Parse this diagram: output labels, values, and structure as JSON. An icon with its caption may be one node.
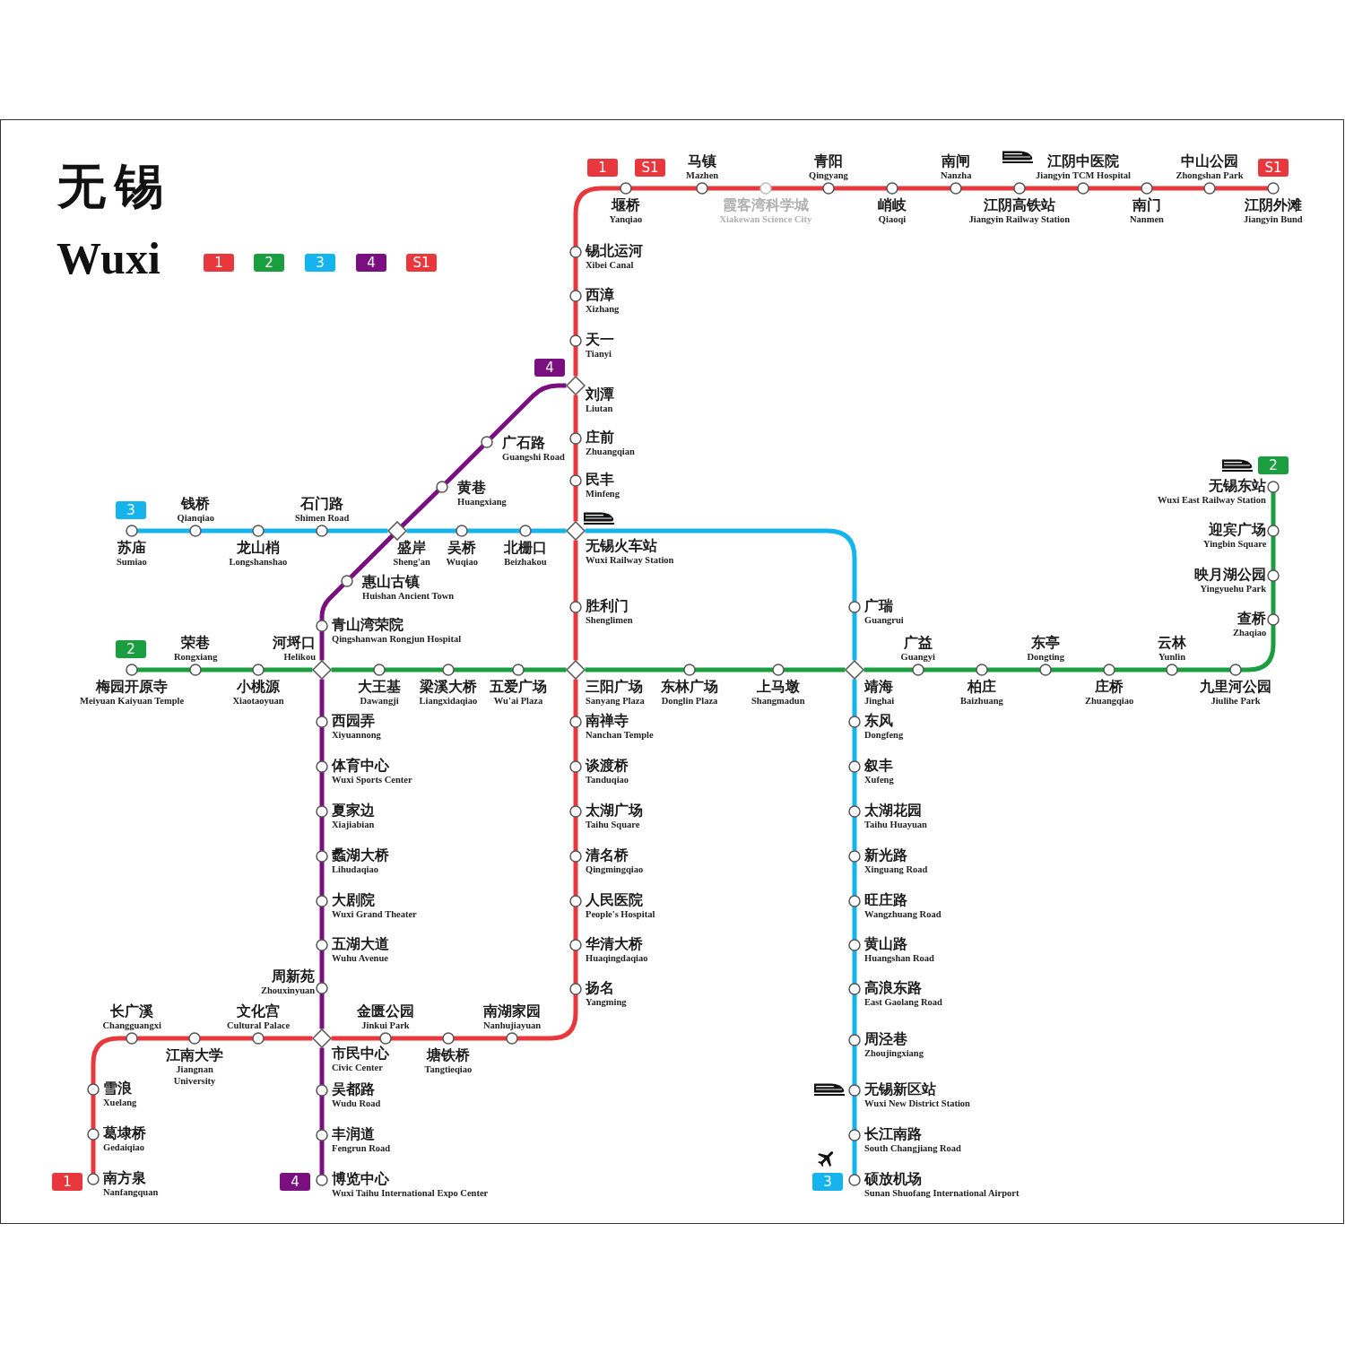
{
  "diagram": {
    "title": "无锡",
    "nodes": [
      {
        "text": [
          "堰桥",
          "Yanqiao"
        ]
      },
      {
        "text": [
          "锡北运河",
          "Xibei Canal"
        ]
      },
      {
        "text": [
          "西漳",
          "Xizhang"
        ]
      },
      {
        "text": [
          "天一",
          "Tianyi"
        ]
      },
      {
        "text": [
          "刘潭",
          "Liutan"
        ]
      },
      {
        "text": [
          "庄前",
          "Zhuangqian"
        ]
      },
      {
        "text": [
          "民丰",
          "Minfeng"
        ]
      },
      {
        "text": [
          "无锡火车站",
          "Wuxi Railway Station"
        ]
      },
      {
        "text": [
          "胜利门",
          "Shenglimen"
        ]
      },
      {
        "text": [
          "三阳广场",
          "Sanyang Plaza"
        ]
      },
      {
        "text": [
          "南禅寺",
          "Nanchan Temple"
        ]
      },
      {
        "text": [
          "谈渡桥",
          "Tanduqiao"
        ]
      },
      {
        "text": [
          "太湖广场",
          "Taihu Square"
        ]
      },
      {
        "text": [
          "清名桥",
          "Qingmingqiao"
        ]
      },
      {
        "text": [
          "人民医院",
          "People's Hospital"
        ]
      },
      {
        "text": [
          "华清大桥",
          "Huaqingdaqiao"
        ]
      },
      {
        "text": [
          "扬名",
          "Yangming"
        ]
      },
      {
        "text": [
          "南湖家园",
          "Nanhujiayuan"
        ]
      },
      {
        "text": [
          "塘铁桥",
          "Tangtieqiao"
        ]
      },
      {
        "text": [
          "金匮公园",
          "Jinkui Park"
        ]
      },
      {
        "text": [
          "市民中心",
          "Civic Center"
        ]
      },
      {
        "text": [
          "文化宫",
          "Cultural Palace"
        ]
      },
      {
        "text": [
          "江南大学",
          "Jiangnan University"
        ]
      },
      {
        "text": [
          "长广溪",
          "Changguangxi"
        ]
      },
      {
        "text": [
          "雪浪",
          "Xuelang"
        ]
      },
      {
        "text": [
          "葛埭桥",
          "Gedaiqiao"
        ]
      },
      {
        "text": [
          "南方泉",
          "Nanfangquan"
        ]
      },
      {
        "text": [
          "马镇",
          "Mazhen"
        ]
      },
      {
        "text": [
          "霞客湾科学城",
          "Xiakewan Science City"
        ]
      },
      {
        "text": [
          "青阳",
          "Qingyang"
        ]
      },
      {
        "text": [
          "峭岐",
          "Qiaoqi"
        ]
      },
      {
        "text": [
          "南闸",
          "Nanzha"
        ]
      },
      {
        "text": [
          "江阴高铁站",
          "Jiangyin Railway Station"
        ]
      },
      {
        "text": [
          "江阴中医院",
          "Jiangyin TCM Hospital"
        ]
      },
      {
        "text": [
          "南门",
          "Nanmen"
        ]
      },
      {
        "text": [
          "中山公园",
          "Zhongshan Park"
        ]
      },
      {
        "text": [
          "江阴外滩",
          "Jiangyin Bund"
        ]
      },
      {
        "text": [
          "梅园开原寺",
          "Meiyuan Kaiyuan Temple"
        ]
      },
      {
        "text": [
          "荣巷",
          "Rongxiang"
        ]
      },
      {
        "text": [
          "小桃源",
          "Xiaotaoyuan"
        ]
      },
      {
        "text": [
          "河埒口",
          "Helikou"
        ]
      },
      {
        "text": [
          "大王基",
          "Dawangji"
        ]
      },
      {
        "text": [
          "梁溪大桥",
          "Liangxidaqiao"
        ]
      },
      {
        "text": [
          "五爱广场",
          "Wu'ai Plaza"
        ]
      },
      {
        "text": [
          "东林广场",
          "Donglin Plaza"
        ]
      },
      {
        "text": [
          "上马墩",
          "Shangmadun"
        ]
      },
      {
        "text": [
          "靖海",
          "Jinghai"
        ]
      },
      {
        "text": [
          "广益",
          "Guangyi"
        ]
      },
      {
        "text": [
          "柏庄",
          "Baizhuang"
        ]
      },
      {
        "text": [
          "东亭",
          "Dongting"
        ]
      },
      {
        "text": [
          "庄桥",
          "Zhuangqiao"
        ]
      },
      {
        "text": [
          "云林",
          "Yunlin"
        ]
      },
      {
        "text": [
          "九里河公园",
          "Jiulihe Park"
        ]
      },
      {
        "text": [
          "查桥",
          "Zhaqiao"
        ]
      },
      {
        "text": [
          "映月湖公园",
          "Yingyuehu Park"
        ]
      },
      {
        "text": [
          "迎宾广场",
          "Yingbin Square"
        ]
      },
      {
        "text": [
          "无锡东站",
          "Wuxi East Railway Station"
        ]
      },
      {
        "text": [
          "苏庙",
          "Sumiao"
        ]
      },
      {
        "text": [
          "钱桥",
          "Qianqiao"
        ]
      },
      {
        "text": [
          "龙山梢",
          "Longshanshao"
        ]
      },
      {
        "text": [
          "石门路",
          "Shimen Road"
        ]
      },
      {
        "text": [
          "盛岸",
          "Sheng'an"
        ]
      },
      {
        "text": [
          "吴桥",
          "Wuqiao"
        ]
      },
      {
        "text": [
          "北栅口",
          "Beizhakou"
        ]
      },
      {
        "text": [
          "广瑞",
          "Guangrui"
        ]
      },
      {
        "text": [
          "东风",
          "Dongfeng"
        ]
      },
      {
        "text": [
          "叙丰",
          "Xufeng"
        ]
      },
      {
        "text": [
          "太湖花园",
          "Taihu Huayuan"
        ]
      },
      {
        "text": [
          "新光路",
          "Xinguang Road"
        ]
      },
      {
        "text": [
          "旺庄路",
          "Wangzhuang Road"
        ]
      },
      {
        "text": [
          "黄山路",
          "Huangshan Road"
        ]
      },
      {
        "text": [
          "高浪东路",
          "East Gaolang Road"
        ]
      },
      {
        "text": [
          "周泾巷",
          "Zhoujingxiang"
        ]
      },
      {
        "text": [
          "无锡新区站",
          "Wuxi New District Station"
        ]
      },
      {
        "text": [
          "长江南路",
          "South Changjiang Road"
        ]
      },
      {
        "text": [
          "硕放机场",
          "Sunan Shuofang International Airport"
        ]
      },
      {
        "text": [
          "广石路",
          "Guangshi Road"
        ]
      },
      {
        "text": [
          "黄巷",
          "Huangxiang"
        ]
      },
      {
        "text": [
          "惠山古镇",
          "Huishan Ancient Town"
        ]
      },
      {
        "text": [
          "青山湾荣院",
          "Qingshanwan Rongjun Hospital"
        ]
      },
      {
        "text": [
          "西园弄",
          "Xiyuannong"
        ]
      },
      {
        "text": [
          "体育中心",
          "Wuxi Sports Center"
        ]
      },
      {
        "text": [
          "夏家边",
          "Xiajiabian"
        ]
      },
      {
        "text": [
          "蠡湖大桥",
          "Lihudaqiao"
        ]
      },
      {
        "text": [
          "大剧院",
          "Wuxi Grand Theater"
        ]
      },
      {
        "text": [
          "五湖大道",
          "Wuhu Avenue"
        ]
      },
      {
        "text": [
          "周新苑",
          "Zhouxinyuan"
        ]
      },
      {
        "text": [
          "吴都路",
          "Wudu Road"
        ]
      },
      {
        "text": [
          "丰润道",
          "Fengrun Road"
        ]
      },
      {
        "text": [
          "博览中心",
          "Wuxi Taihu International Expo Center"
        ]
      }
    ],
    "edges": [
      {
        "from": 0,
        "to": 1,
        "arrow": "none"
      },
      {
        "from": 1,
        "to": 2,
        "arrow": "none"
      },
      {
        "from": 2,
        "to": 3,
        "arrow": "none"
      },
      {
        "from": 3,
        "to": 4,
        "arrow": "none"
      },
      {
        "from": 4,
        "to": 5,
        "arrow": "none"
      },
      {
        "from": 5,
        "to": 6,
        "arrow": "none"
      },
      {
        "from": 6,
        "to": 7,
        "arrow": "none"
      },
      {
        "from": 7,
        "to": 8,
        "arrow": "none"
      },
      {
        "from": 8,
        "to": 9,
        "arrow": "none"
      },
      {
        "from": 9,
        "to": 10,
        "arrow": "none"
      },
      {
        "from": 10,
        "to": 11,
        "arrow": "none"
      },
      {
        "from": 11,
        "to": 12,
        "arrow": "none"
      },
      {
        "from": 12,
        "to": 13,
        "arrow": "none"
      },
      {
        "from": 13,
        "to": 14,
        "arrow": "none"
      },
      {
        "from": 14,
        "to": 15,
        "arrow": "none"
      },
      {
        "from": 15,
        "to": 16,
        "arrow": "none"
      },
      {
        "from": 16,
        "to": 17,
        "arrow": "none"
      },
      {
        "from": 17,
        "to": 18,
        "arrow": "none"
      },
      {
        "from": 18,
        "to": 19,
        "arrow": "none"
      },
      {
        "from": 19,
        "to": 20,
        "arrow": "none"
      },
      {
        "from": 20,
        "to": 21,
        "arrow": "none"
      },
      {
        "from": 21,
        "to": 22,
        "arrow": "none"
      },
      {
        "from": 22,
        "to": 23,
        "arrow": "none"
      },
      {
        "from": 23,
        "to": 24,
        "arrow": "none"
      },
      {
        "from": 24,
        "to": 25,
        "arrow": "none"
      },
      {
        "from": 25,
        "to": 26,
        "arrow": "none"
      },
      {
        "from": 0,
        "to": 27,
        "arrow": "none"
      },
      {
        "from": 27,
        "to": 28,
        "arrow": "none"
      },
      {
        "from": 28,
        "to": 29,
        "arrow": "none"
      },
      {
        "from": 29,
        "to": 30,
        "arrow": "none"
      },
      {
        "from": 30,
        "to": 31,
        "arrow": "none"
      },
      {
        "from": 31,
        "to": 32,
        "arrow": "none"
      },
      {
        "from": 32,
        "to": 33,
        "arrow": "none"
      },
      {
        "from": 33,
        "to": 34,
        "arrow": "none"
      },
      {
        "from": 34,
        "to": 35,
        "arrow": "none"
      },
      {
        "from": 35,
        "to": 36,
        "arrow": "none"
      },
      {
        "from": 37,
        "to": 38,
        "arrow": "none",
        "color": "#1a9e3f"
      },
      {
        "from": 38,
        "to": 39,
        "arrow": "none",
        "color": "#1a9e3f"
      },
      {
        "from": 39,
        "to": 40,
        "arrow": "none",
        "color": "#1a9e3f"
      },
      {
        "from": 40,
        "to": 41,
        "arrow": "none",
        "color": "#1a9e3f"
      },
      {
        "from": 41,
        "to": 42,
        "arrow": "none",
        "color": "#1a9e3f"
      },
      {
        "from": 42,
        "to": 43,
        "arrow": "none",
        "color": "#1a9e3f"
      },
      {
        "from": 43,
        "to": 9,
        "arrow": "none",
        "color": "#1a9e3f"
      },
      {
        "from": 9,
        "to": 44,
        "arrow": "none",
        "color": "#1a9e3f"
      },
      {
        "from": 44,
        "to": 45,
        "arrow": "none",
        "color": "#1a9e3f"
      },
      {
        "from": 45,
        "to": 46,
        "arrow": "none",
        "color": "#1a9e3f"
      },
      {
        "from": 46,
        "to": 47,
        "arrow": "none",
        "color": "#1a9e3f"
      },
      {
        "from": 47,
        "to": 48,
        "arrow": "none",
        "color": "#1a9e3f"
      },
      {
        "from": 48,
        "to": 49,
        "arrow": "none",
        "color": "#1a9e3f"
      },
      {
        "from": 49,
        "to": 50,
        "arrow": "none",
        "color": "#1a9e3f"
      },
      {
        "from": 50,
        "to": 51,
        "arrow": "none",
        "color": "#1a9e3f"
      },
      {
        "from": 51,
        "to": 52,
        "arrow": "none",
        "color": "#1a9e3f"
      },
      {
        "from": 52,
        "to": 53,
        "arrow": "none",
        "color": "#1a9e3f"
      },
      {
        "from": 53,
        "to": 54,
        "arrow": "none",
        "color": "#1a9e3f"
      },
      {
        "from": 54,
        "to": 55,
        "arrow": "none",
        "color": "#1a9e3f"
      },
      {
        "from": 55,
        "to": 56,
        "arrow": "none",
        "color": "#1a9e3f"
      },
      {
        "from": 57,
        "to": 58,
        "arrow": "none",
        "color": "#15b4ec"
      },
      {
        "from": 58,
        "to": 59,
        "arrow": "none",
        "color": "#15b4ec"
      },
      {
        "from": 59,
        "to": 60,
        "arrow": "none",
        "color": "#15b4ec"
      },
      {
        "from": 60,
        "to": 61,
        "arrow": "none",
        "color": "#15b4ec"
      },
      {
        "from": 61,
        "to": 62,
        "arrow": "none",
        "color": "#15b4ec"
      },
      {
        "from": 62,
        "to": 63,
        "arrow": "none",
        "color": "#15b4ec"
      },
      {
        "from": 63,
        "to": 7,
        "arrow": "none",
        "color": "#15b4ec"
      },
      {
        "from": 7,
        "to": 64,
        "arrow": "none",
        "color": "#15b4ec"
      },
      {
        "from": 64,
        "to": 46,
        "arrow": "none",
        "color": "#15b4ec"
      },
      {
        "from": 46,
        "to": 65,
        "arrow": "none",
        "color": "#15b4ec"
      },
      {
        "from": 65,
        "to": 66,
        "arrow": "none",
        "color": "#15b4ec"
      },
      {
        "from": 66,
        "to": 67,
        "arrow": "none",
        "color": "#15b4ec"
      },
      {
        "from": 67,
        "to": 68,
        "arrow": "none",
        "color": "#15b4ec"
      },
      {
        "from": 68,
        "to": 69,
        "arrow": "none",
        "color": "#15b4ec"
      },
      {
        "from": 69,
        "to": 70,
        "arrow": "none",
        "color": "#15b4ec"
      },
      {
        "from": 70,
        "to": 71,
        "arrow": "none",
        "color": "#15b4ec"
      },
      {
        "from": 71,
        "to": 72,
        "arrow": "none",
        "color": "#15b4ec"
      },
      {
        "from": 72,
        "to": 73,
        "arrow": "none",
        "color": "#15b4ec"
      },
      {
        "from": 73,
        "to": 74,
        "arrow": "none",
        "color": "#15b4ec"
      },
      {
        "from": 74,
        "to": 75,
        "arrow": "none",
        "color": "#15b4ec"
      },
      {
        "from": 4,
        "to": 76,
        "arrow": "none",
        "color": "#7a0f80"
      },
      {
        "from": 76,
        "to": 77,
        "arrow": "none",
        "color": "#7a0f80"
      },
      {
        "from": 77,
        "to": 61,
        "arrow": "none",
        "color": "#7a0f80"
      },
      {
        "from": 61,
        "to": 78,
        "arrow": "none",
        "color": "#7a0f80"
      },
      {
        "from": 78,
        "to": 79,
        "arrow": "none",
        "color": "#7a0f80"
      },
      {
        "from": 79,
        "to": 40,
        "arrow": "none",
        "color": "#7a0f80"
      },
      {
        "from": 40,
        "to": 80,
        "arrow": "none",
        "color": "#7a0f80"
      },
      {
        "from": 80,
        "to": 81,
        "arrow": "none",
        "color": "#7a0f80"
      },
      {
        "from": 81,
        "to": 82,
        "arrow": "none",
        "color": "#7a0f80"
      },
      {
        "from": 82,
        "to": 83,
        "arrow": "none",
        "color": "#7a0f80"
      },
      {
        "from": 83,
        "to": 84,
        "arrow": "none",
        "color": "#7a0f80"
      },
      {
        "from": 84,
        "to": 85,
        "arrow": "none",
        "color": "#7a0f80"
      },
      {
        "from": 85,
        "to": 86,
        "arrow": "none",
        "color": "#7a0f80"
      },
      {
        "from": 86,
        "to": 20,
        "arrow": "none",
        "color": "#7a0f80"
      },
      {
        "from": 20,
        "to": 87,
        "arrow": "none",
        "color": "#7a0f80"
      },
      {
        "from": 87,
        "to": 88,
        "arrow": "none",
        "color": "#7a0f80"
      },
      {
        "from": 88,
        "to": 89,
        "arrow": "none",
        "color": "#7a0f80"
      }
    ],
    "labels": [
      "Wuxi",
      "1",
      "S1",
      "S1",
      "4",
      "2",
      "3",
      "2",
      "1",
      "4",
      "3"
    ],
    "legend": [
      {
        "text": "1",
        "color": "#e8383d"
      },
      {
        "text": "2",
        "color": "#1a9e3f"
      },
      {
        "text": "3",
        "color": "#15b4ec"
      },
      {
        "text": "4",
        "color": "#7a0f80"
      },
      {
        "text": "S1",
        "color": "#e8383d"
      }
    ]
  }
}
